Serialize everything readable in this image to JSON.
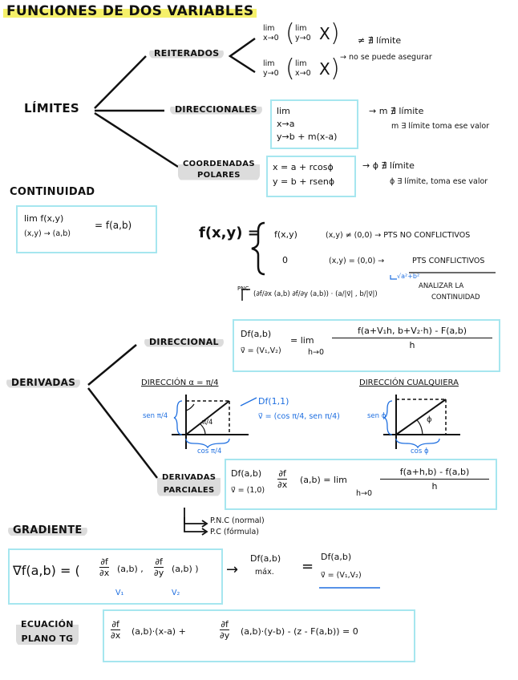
{
  "title": "FUNCIONES DE DOS VARIABLES",
  "limites": {
    "heading": "LÍMITES",
    "reiterados": {
      "label": "REITERADOS",
      "lim": "lim",
      "sub1": "x→0",
      "sub2": "y→0",
      "var": "X",
      "neq": "≠ ∄ límite",
      "no_asegurar": "→ no se puede asegurar"
    },
    "direccionales": {
      "label": "DIRECCIONALES",
      "line1": "lim",
      "line2": "x→a",
      "line3": "y→b + m(x-a)",
      "res1": "→ m ∄ límite",
      "res2": "m ∃ límite toma ese valor"
    },
    "polares": {
      "label1": "COORDENADAS",
      "label2": "POLARES",
      "line1": "x = a + rcosϕ",
      "line2": "y = b + rsenϕ",
      "res1": "→ ϕ ∄ límite",
      "res2": "ϕ ∃ límite, toma ese valor"
    }
  },
  "continuidad": {
    "heading": "CONTINUIDAD",
    "lim": "lim f(x,y)",
    "sub": "(x,y) → (a,b)",
    "eq": "= f(a,b)"
  },
  "piecewise": {
    "lhs": "f(x,y) =",
    "case1_expr": "f(x,y)",
    "case1_cond": "(x,y) ≠ (0,0) → PTS NO CONFLICTIVOS",
    "case2_expr": "0",
    "case2_cond": "(x,y) = (0,0) →",
    "pts_conflictivos": "PTS CONFLICTIVOS",
    "sqrt": "√a²+b²",
    "analizar1": "ANALIZAR LA",
    "analizar2": "CONTINUIDAD"
  },
  "pnc": {
    "label": "PNC",
    "expr": "(∂f/∂x (a,b)  ∂f/∂y (a,b)) · (a/|v⃗| , b/|v⃗|)"
  },
  "derivadas": {
    "heading": "DERIVADAS",
    "direccional": {
      "label": "DIRECCIONAL",
      "lhs_top": "Df(a,b)",
      "lhs_bottom": "v⃗ = (V₁,V₂)",
      "eq": "= lim",
      "limsub": "h→0",
      "num": "f(a+V₁h, b+V₂·h) - F(a,b)",
      "den": "h"
    },
    "direccion_pi4": {
      "title": "DIRECCIÓN α = π/4",
      "sen": "sen π/4",
      "cos": "cos π/4",
      "angle": "π/4",
      "df": "Df(1,1)",
      "vec": "v⃗ = (cos π/4, sen π/4)"
    },
    "direccion_cualquiera": {
      "title": "DIRECCIÓN CUALQUIERA",
      "sen": "sen ϕ",
      "cos": "cos ϕ",
      "angle": "ϕ"
    },
    "parciales": {
      "label1": "DERIVADAS",
      "label2": "PARCIALES",
      "lhs_top": "Df(a,b)",
      "lhs_bottom": "v⃗ = (1,0)",
      "partial_num": "∂f",
      "partial_den": "∂x",
      "mid": "(a,b) = lim",
      "limsub": "h→0",
      "num": "f(a+h,b) - f(a,b)",
      "den": "h"
    },
    "pnc_normal": "P.N.C (normal)",
    "pc_formula": "P.C (fórmula)"
  },
  "gradiente": {
    "heading": "GRADIENTE",
    "lhs": "∇f(a,b) = (",
    "d1_num": "∂f",
    "d1_den": "∂x",
    "d1_arg": "(a,b) ,",
    "d2_num": "∂f",
    "d2_den": "∂y",
    "d2_arg": "(a,b) )",
    "v1": "V₁",
    "v2": "V₂",
    "arrow": "→",
    "df_max": "Df(a,b)",
    "max": "máx.",
    "eq": "=",
    "df2_top": "Df(a,b)",
    "df2_bottom": "v⃗ = (V₁,V₂)"
  },
  "plano": {
    "heading1": "ECUACIÓN",
    "heading2": "PLANO TG",
    "d1_num": "∂f",
    "d1_den": "∂x",
    "t1": "(a,b)·(x-a) +",
    "d2_num": "∂f",
    "d2_den": "∂y",
    "t2": "(a,b)·(y-b) - (z - F(a,b)) = 0"
  }
}
